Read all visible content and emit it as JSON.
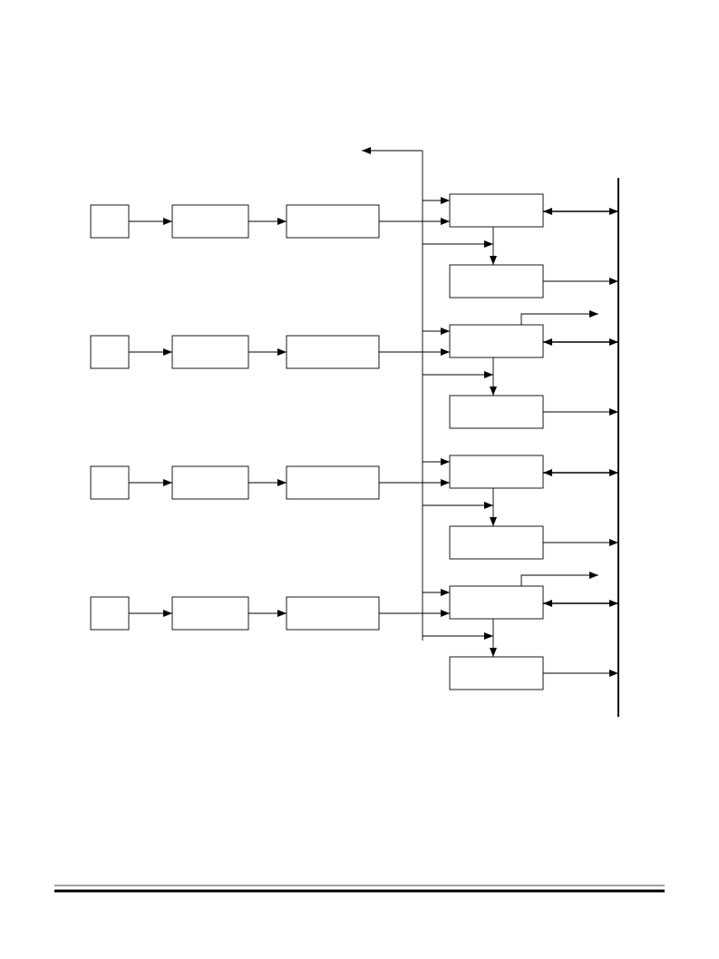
{
  "diagram": {
    "channels": [
      {
        "id": "ch1"
      },
      {
        "id": "ch2"
      },
      {
        "id": "ch3"
      },
      {
        "id": "ch4"
      }
    ],
    "labels": []
  },
  "colors": {
    "stroke": "#000000",
    "background": "#ffffff"
  }
}
